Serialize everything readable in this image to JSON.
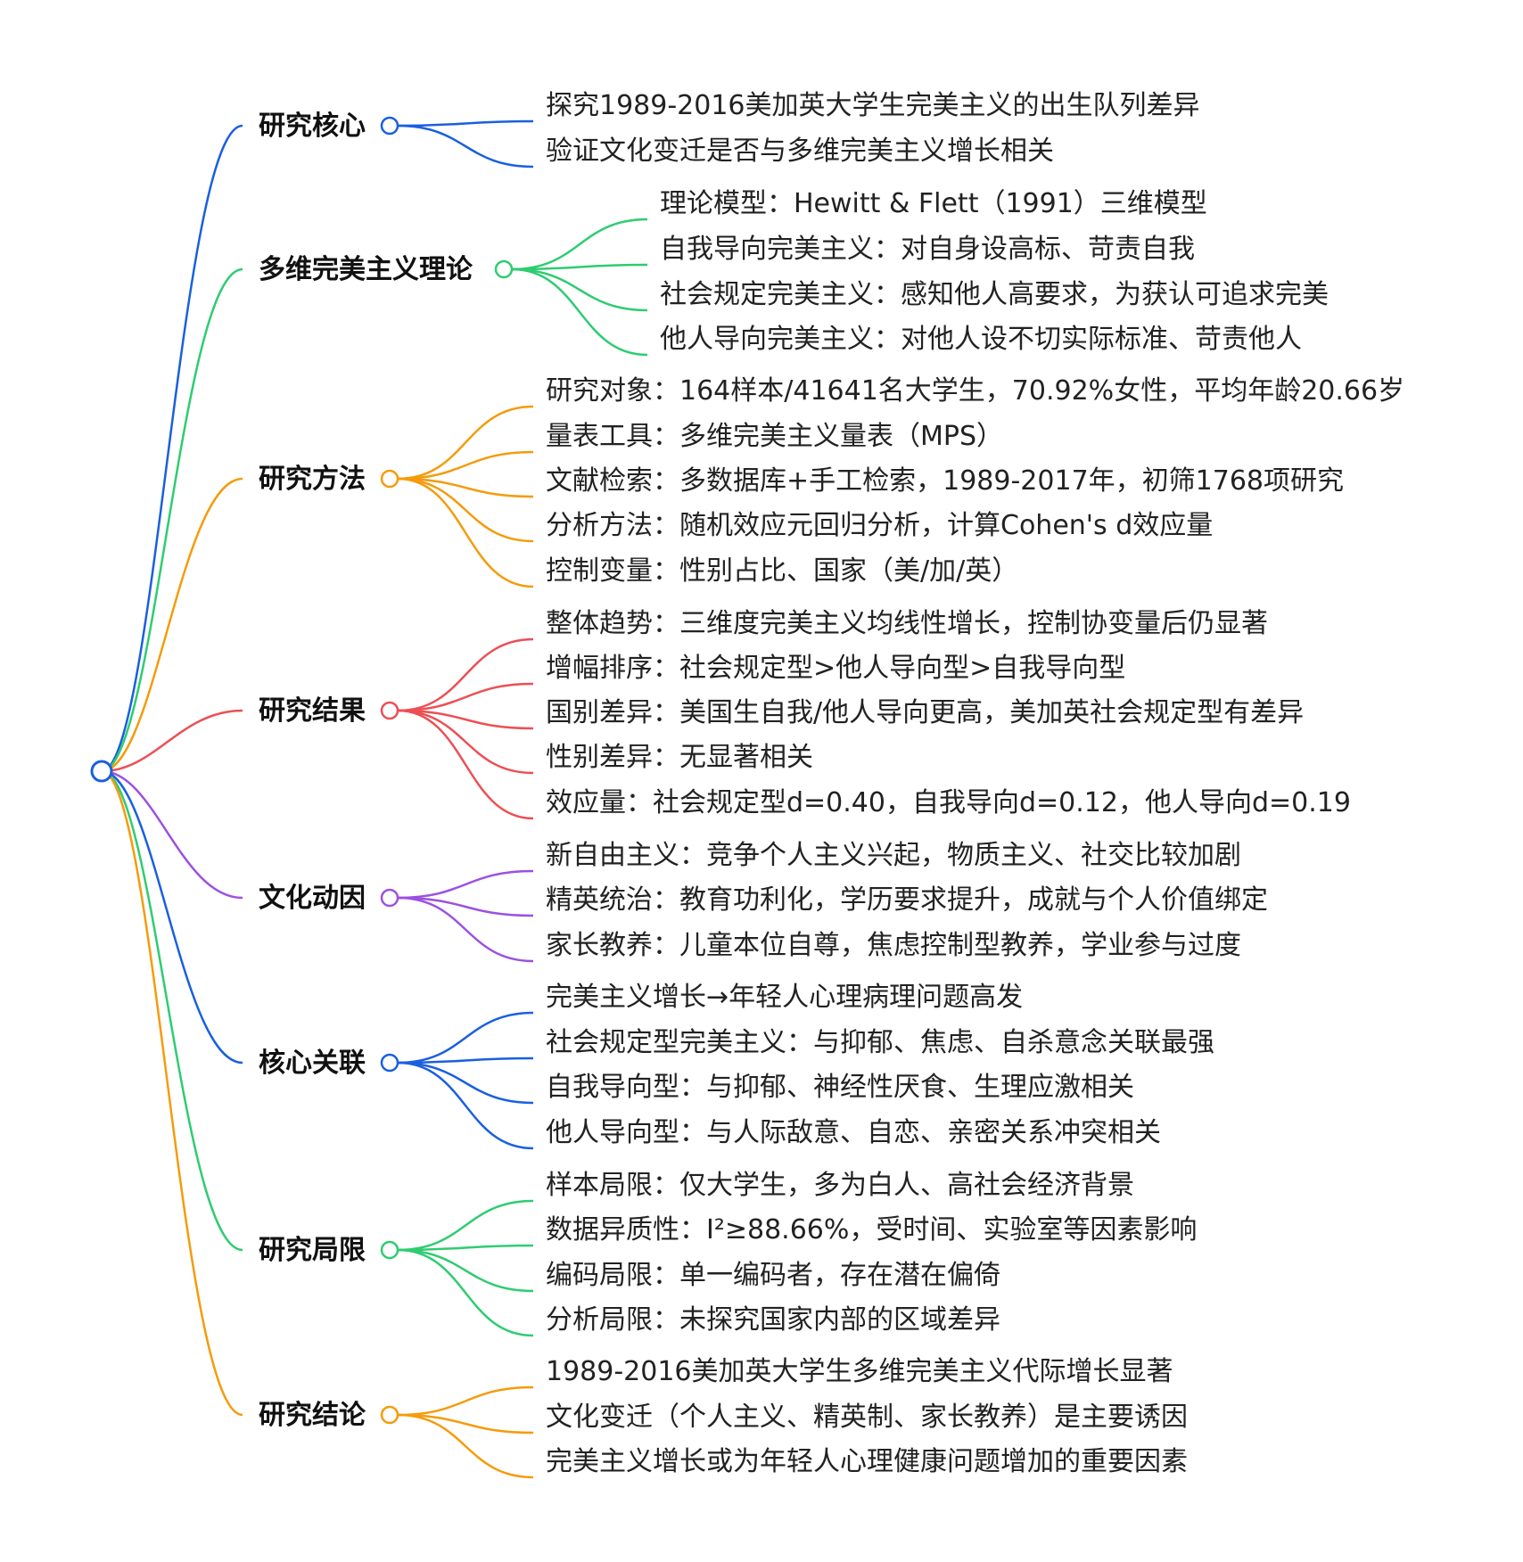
{
  "branches": [
    {
      "label": "研究核心",
      "color": "#1a5fe0",
      "items": [
        "探究1989-2016美加英大学生完美主义的出生队列差异",
        "验证文化变迁是否与多维完美主义增长相关"
      ]
    },
    {
      "label": "多维完美主义理论",
      "color": "#2ecc71",
      "items": [
        "理论模型：Hewitt & Flett（1991）三维模型",
        "自我导向完美主义：对自身设高标、苛责自我",
        "社会规定完美主义：感知他人高要求，为获认可追求完美",
        "他人导向完美主义：对他人设不切实际标准、苛责他人"
      ]
    },
    {
      "label": "研究方法",
      "color": "#f59b0b",
      "items": [
        "研究对象：164样本/41641名大学生，70.92%女性，平均年龄20.66岁",
        "量表工具：多维完美主义量表（MPS）",
        "文献检索：多数据库+手工检索，1989-2017年，初筛1768项研究",
        "分析方法：随机效应元回归分析，计算Cohen's d效应量",
        "控制变量：性别占比、国家（美/加/英）"
      ]
    },
    {
      "label": "研究结果",
      "color": "#ec4f55",
      "items": [
        "整体趋势：三维度完美主义均线性增长，控制协变量后仍显著",
        "增幅排序：社会规定型>他人导向型>自我导向型",
        "国别差异：美国生自我/他人导向更高，美加英社会规定型有差异",
        "性别差异：无显著相关",
        "效应量：社会规定型d=0.40，自我导向d=0.12，他人导向d=0.19"
      ]
    },
    {
      "label": "文化动因",
      "color": "#9b51e0",
      "items": [
        "新自由主义：竞争个人主义兴起，物质主义、社交比较加剧",
        "精英统治：教育功利化，学历要求提升，成就与个人价值绑定",
        "家长教养：儿童本位自尊，焦虑控制型教养，学业参与过度"
      ]
    },
    {
      "label": "核心关联",
      "color": "#1a5fe0",
      "items": [
        "完美主义增长→年轻人心理病理问题高发",
        "社会规定型完美主义：与抑郁、焦虑、自杀意念关联最强",
        "自我导向型：与抑郁、神经性厌食、生理应激相关",
        "他人导向型：与人际敌意、自恋、亲密关系冲突相关"
      ]
    },
    {
      "label": "研究局限",
      "color": "#2ecc71",
      "items": [
        "样本局限：仅大学生，多为白人、高社会经济背景",
        "数据异质性：I²≥88.66%，受时间、实验室等因素影响",
        "编码局限：单一编码者，存在潜在偏倚",
        "分析局限：未探究国家内部的区域差异"
      ]
    },
    {
      "label": "研究结论",
      "color": "#f59b0b",
      "items": [
        "1989-2016美加英大学生多维完美主义代际增长显著",
        "文化变迁（个人主义、精英制、家长教养）是主要诱因",
        "完美主义增长或为年轻人心理健康问题增加的重要因素"
      ]
    }
  ]
}
